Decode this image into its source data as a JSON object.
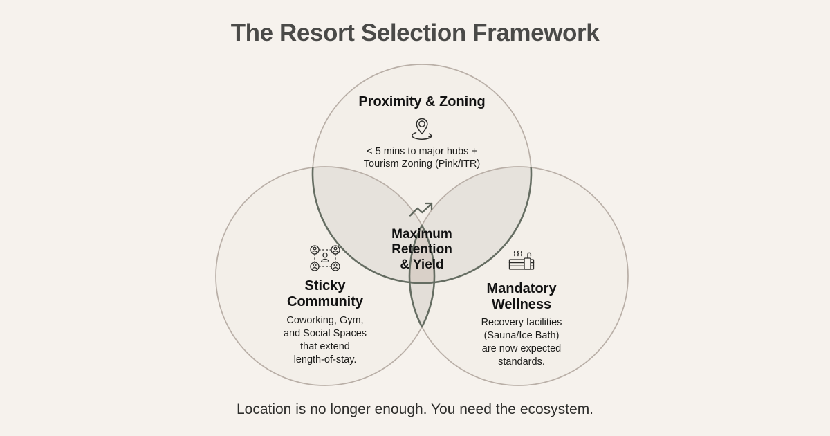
{
  "page": {
    "title": "The Resort Selection Framework",
    "caption": "Location is no longer enough. You need the ecosystem.",
    "background_color": "#f6f2ed",
    "title_color": "#4a4a48",
    "accent_stroke_color": "#6b7268",
    "circle_stroke_color": "#b8aea6",
    "overlap_fill_color": "#e5e1dc",
    "center_fill_color": "#d9d1ca"
  },
  "diagram": {
    "type": "venn-3-circle",
    "nodes": [
      {
        "id": "proximity",
        "title": "Proximity & Zoning",
        "description": "< 5 mins to major hubs +\nTourism Zoning (Pink/ITR)",
        "desc_line1": "< 5 mins to major hubs +",
        "desc_line2": "Tourism Zoning (Pink/ITR)",
        "icon": "map-pin-icon",
        "position": "top"
      },
      {
        "id": "community",
        "title": "Sticky Community",
        "title_line1": "Sticky",
        "title_line2": "Community",
        "description": "Coworking, Gym, and Social Spaces that extend length-of-stay.",
        "desc_line1": "Coworking, Gym,",
        "desc_line2": "and Social Spaces",
        "desc_line3": "that extend",
        "desc_line4": "length-of-stay.",
        "icon": "community-network-icon",
        "position": "bottom-left"
      },
      {
        "id": "wellness",
        "title": "Mandatory Wellness",
        "title_line1": "Mandatory",
        "title_line2": "Wellness",
        "description": "Recovery facilities (Sauna/Ice Bath) are now expected standards.",
        "desc_line1": "Recovery facilities",
        "desc_line2": "(Sauna/Ice Bath)",
        "desc_line3": "are now expected",
        "desc_line4": "standards.",
        "icon": "sauna-icon",
        "position": "bottom-right"
      }
    ],
    "center": {
      "id": "center",
      "title": "Maximum Retention & Yield",
      "title_line1": "Maximum",
      "title_line2": "Retention",
      "title_line3": "& Yield",
      "icon": "trending-up-icon"
    }
  }
}
